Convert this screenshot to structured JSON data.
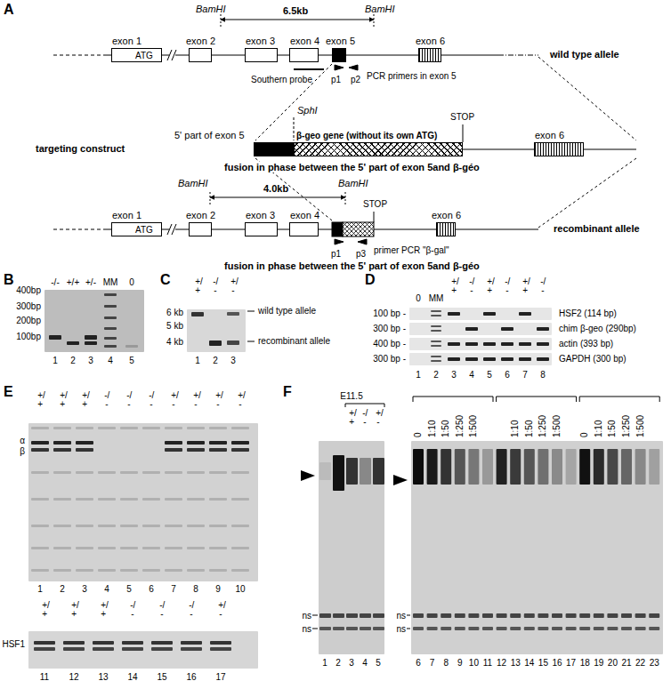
{
  "diagram": {
    "nodes": [
      {
        "text": [
          "exon 1",
          "ATG"
        ]
      },
      {
        "text": [
          "exon 2"
        ]
      },
      {
        "text": [
          "exon 3"
        ]
      },
      {
        "text": [
          "exon 4"
        ]
      },
      {
        "text": [
          "exon 5"
        ]
      },
      {
        "text": [
          "exon 6"
        ]
      },
      {
        "text": [
          "5' part of exon 5"
        ]
      },
      {
        "text": [
          "β-geo gene (without its own ATG)"
        ]
      },
      {
        "text": [
          "exon 6"
        ]
      },
      {
        "text": [
          "exon 1",
          "ATG"
        ]
      },
      {
        "text": [
          "exon 2"
        ]
      },
      {
        "text": [
          "exon 3"
        ]
      },
      {
        "text": [
          "exon 4"
        ]
      },
      {
        "text": [
          "exon 6"
        ]
      }
    ],
    "labels": [
      "A",
      "BamHI",
      "6.5kb",
      "BamHI",
      "Southern probe",
      "p1",
      "p2",
      "PCR primers in exon 5",
      "wild type allele",
      "SphI",
      "targeting construct",
      "STOP",
      "fusion in phase between the 5' part of exon 5and β-géo",
      "BamHI",
      "4.0kb",
      "BamHI",
      "STOP",
      "p1",
      "p3",
      "primer PCR \"β-gal\"",
      "recombinant allele",
      "fusion in phase between the 5' part of exon 5and β-géo",
      "B",
      "-/-",
      "+/+",
      "+/-",
      "MM",
      "0",
      "400bp",
      "300bp",
      "200bp",
      "100bp",
      "1",
      "2",
      "3",
      "4",
      "5",
      "C",
      "+/+",
      "-/-",
      "+/-",
      "6 kb",
      "5 kb",
      "4 kb",
      "wild type allele",
      "recombinant allele",
      "1",
      "2",
      "3",
      "D",
      "0",
      "MM",
      "+/+",
      "-/-",
      "+/+",
      "-/-",
      "+/+",
      "-/-",
      "HSF2 (114 bp)",
      "chim β-geo (290bp)",
      "actin (393 bp)",
      "GAPDH (300 bp)",
      "100 bp -",
      "300 bp -",
      "400 bp -",
      "300 bp -",
      "1",
      "2",
      "3",
      "4",
      "5",
      "6",
      "7",
      "8",
      "E",
      "+/+",
      "+/+",
      "+/+",
      "-/-",
      "-/-",
      "-/-",
      "+/-",
      "+/-",
      "+/-",
      "+/-",
      "α",
      "β",
      "1",
      "2",
      "3",
      "4",
      "5",
      "6",
      "7",
      "8",
      "9",
      "10",
      "+/+",
      "+/+",
      "+/+",
      "-/-",
      "-/-",
      "-/-",
      "+/-",
      "HSF1",
      "11",
      "12",
      "13",
      "14",
      "15",
      "16",
      "17",
      "F",
      "E11.5",
      "+/+",
      "-/-",
      "+/-",
      "ns",
      "ns",
      "1",
      "2",
      "3",
      "4",
      "5",
      "0",
      "1:10",
      "1:50",
      "1:250",
      "1:500",
      "1:10",
      "1:50",
      "1:250",
      "1:500",
      "0",
      "1:10",
      "1:50",
      "1:250",
      "1:500",
      "ns",
      "ns",
      "6",
      "7",
      "8",
      "9",
      "10",
      "11",
      "12",
      "13",
      "14",
      "15",
      "16",
      "17",
      "18",
      "19",
      "20",
      "21",
      "22",
      "23"
    ]
  }
}
